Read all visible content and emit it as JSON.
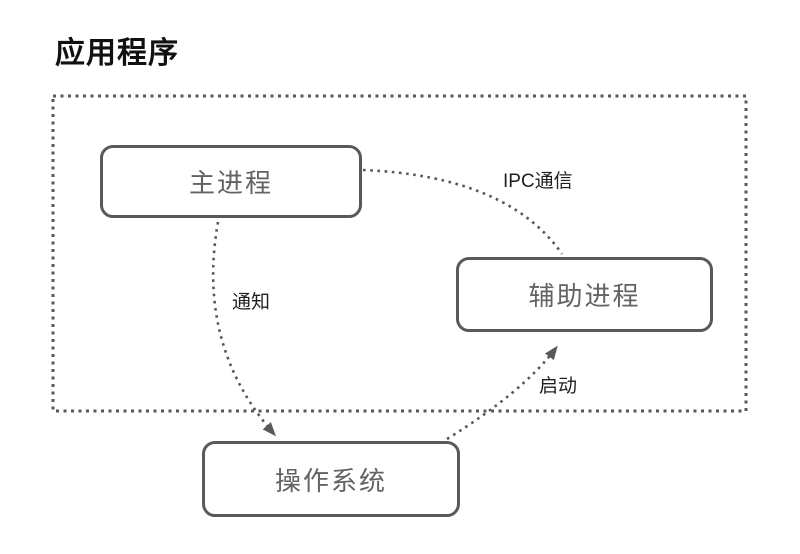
{
  "diagram": {
    "title": "应用程序",
    "container": {
      "name": "application-boundary",
      "style": "dotted-rectangle"
    },
    "nodes": {
      "main": {
        "label": "主进程"
      },
      "helper": {
        "label": "辅助进程"
      },
      "os": {
        "label": "操作系统"
      }
    },
    "edges": {
      "ipc": {
        "from": "主进程",
        "to": "辅助进程",
        "label": "IPC通信",
        "style": "dotted",
        "arrow": false
      },
      "notify": {
        "from": "主进程",
        "to": "操作系统",
        "label": "通知",
        "style": "dotted",
        "arrow": true
      },
      "launch": {
        "from": "操作系统",
        "to": "辅助进程",
        "label": "启动",
        "style": "dotted",
        "arrow": true
      }
    },
    "colors": {
      "stroke": "#595959",
      "node_text": "#636363",
      "label_text": "#1f1f1f",
      "background": "#ffffff"
    }
  }
}
